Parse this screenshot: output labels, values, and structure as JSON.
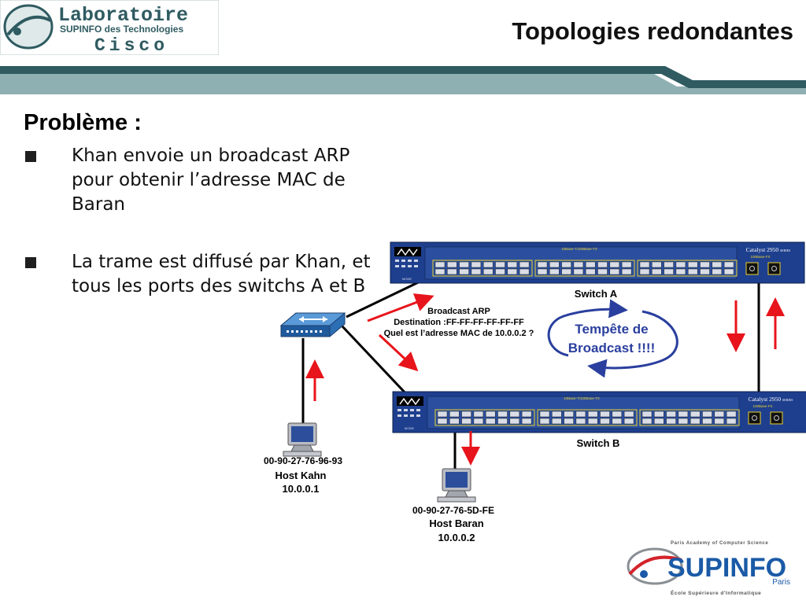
{
  "header": {
    "logo_line1": "Laboratoire",
    "logo_line2": "SUPINFO des Technologies",
    "logo_line3": "Cisco",
    "title": "Topologies redondantes"
  },
  "content": {
    "heading": "Problème :",
    "bullets": [
      "Khan envoie un broadcast ARP pour obtenir l’adresse MAC de Baran",
      "La trame est diffusé par Khan, et tous les ports des switchs A et B"
    ]
  },
  "diagram": {
    "switch_a": {
      "label": "Switch A",
      "model": "Catalyst 2950",
      "model_suffix": "SERIES",
      "ports_caption": "10Base-T/100Base-TX",
      "uplink_caption": "100Base-FX",
      "mode_caption": "MODE"
    },
    "switch_b": {
      "label": "Switch B",
      "model": "Catalyst 2950",
      "model_suffix": "SERIES",
      "ports_caption": "10Base-T/100Base-TX",
      "uplink_caption": "100Base-FX",
      "mode_caption": "MODE"
    },
    "broadcast_text": {
      "line1": "Broadcast ARP",
      "line2": "Destination :FF-FF-FF-FF-FF-FF",
      "line3": "Quel est l’adresse MAC de 10.0.0.2 ?"
    },
    "storm": {
      "line1": "Tempête de",
      "line2": "Broadcast !!!!"
    },
    "host_kahn": {
      "mac": "00-90-27-76-96-93",
      "name": "Host Kahn",
      "ip": "10.0.0.1"
    },
    "host_baran": {
      "mac": "00-90-27-76-5D-FE",
      "name": "Host Baran",
      "ip": "10.0.0.2"
    }
  },
  "footer": {
    "logo_top": "Paris Academy of Computer Science",
    "logo_brand": "SUPINFO",
    "logo_city": "Paris",
    "logo_bottom": "École Supérieure d'Informatique"
  },
  "colors": {
    "band": "#2f5b61",
    "arrow_red": "#e8141b",
    "storm_blue": "#2a3f9e",
    "switch_body": "#1e3f8e",
    "port_yellow": "#ead22e",
    "supinfo_blue": "#1a5aa6"
  }
}
